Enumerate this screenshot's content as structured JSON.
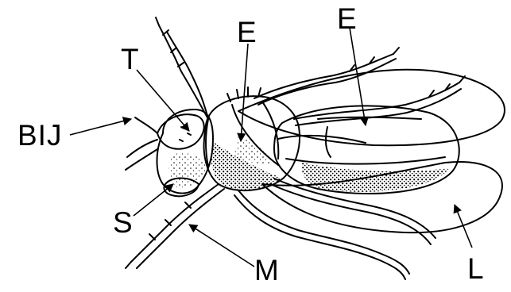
{
  "labels": {
    "bij": "BIJ",
    "t": "T",
    "e_thorax": "E",
    "e_wing": "E",
    "s": "S",
    "m": "M",
    "l": "L"
  },
  "colors": {
    "ink": "#000000",
    "paper": "#ffffff"
  }
}
